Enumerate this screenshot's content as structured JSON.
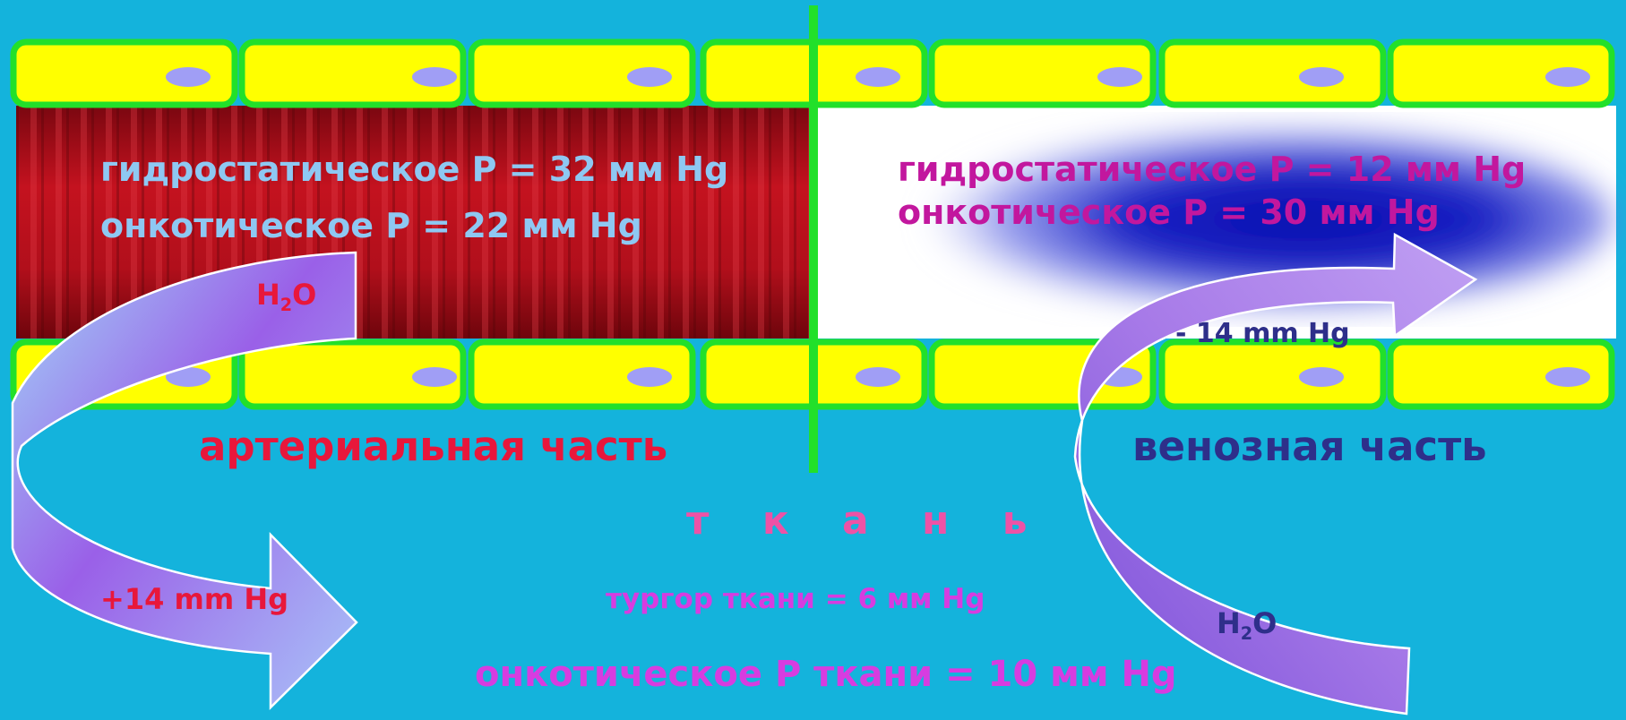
{
  "arterial": {
    "hydrostatic": "гидростатическое Р = 32 мм Hg",
    "oncotic": "онкотическое Р = 22 мм Hg",
    "label": "артериальная часть",
    "water_main": "H",
    "water_sub": "2",
    "water_tail": "O",
    "net_pressure": "+14 mm Hg"
  },
  "venous": {
    "hydrostatic": "гидростатическое Р = 12 мм Hg",
    "oncotic": "онкотическое Р = 30 мм Hg",
    "label": "венозная часть",
    "water_main": "H",
    "water_sub": "2",
    "water_tail": "O",
    "net_pressure": "- 14 mm Hg"
  },
  "tissue": {
    "label": "т к а н ь",
    "turgor": "тургор ткани = 6 мм Hg",
    "oncotic": "онкотическое Р ткани = 10 мм Hg"
  },
  "colors": {
    "background": "#14b3dc",
    "cell_fill": "#ffff00",
    "cell_border": "#22e02a",
    "nucleus": "#a09ef5",
    "arterial_blood": "#b5121d",
    "venous_blood": "#1b1fc0",
    "arrow_gradient": [
      "#9fd4f7",
      "#9a63e6",
      "#b7a6f5"
    ]
  }
}
